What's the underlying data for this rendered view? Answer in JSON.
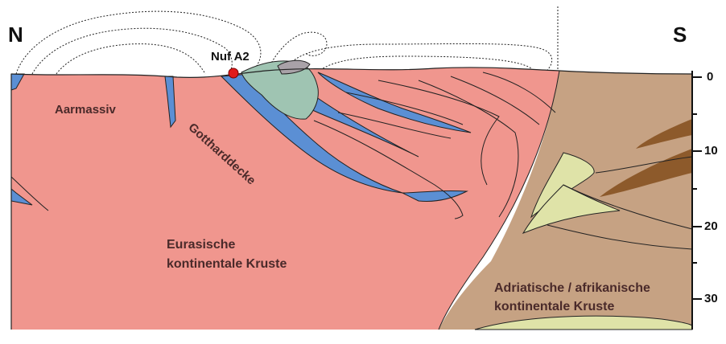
{
  "directions": {
    "north": "N",
    "south": "S"
  },
  "labels": {
    "aarmassiv": "Aarmassiv",
    "gotthard": "Gotthard­decke",
    "gotthard_display": "Gottharddecke",
    "eurasian_1": "Eurasische",
    "eurasian_2": "kontinentale Kruste",
    "adriatic_1": "Adriatische / afrikanische",
    "adriatic_2": "kontinentale Kruste",
    "site": "Nuf A2"
  },
  "depth_axis": {
    "ticks": [
      "0",
      "10",
      "20",
      "30"
    ]
  },
  "colors": {
    "eurasian_crust": "#f0968e",
    "adriatic_crust": "#c6a283",
    "sediment_blue": "#5b8fd4",
    "nappe_green": "#9fc4b2",
    "adriatic_dark": "#8d5a2b",
    "adriatic_light": "#dfe3a8",
    "site_marker": "#e11b1b"
  }
}
